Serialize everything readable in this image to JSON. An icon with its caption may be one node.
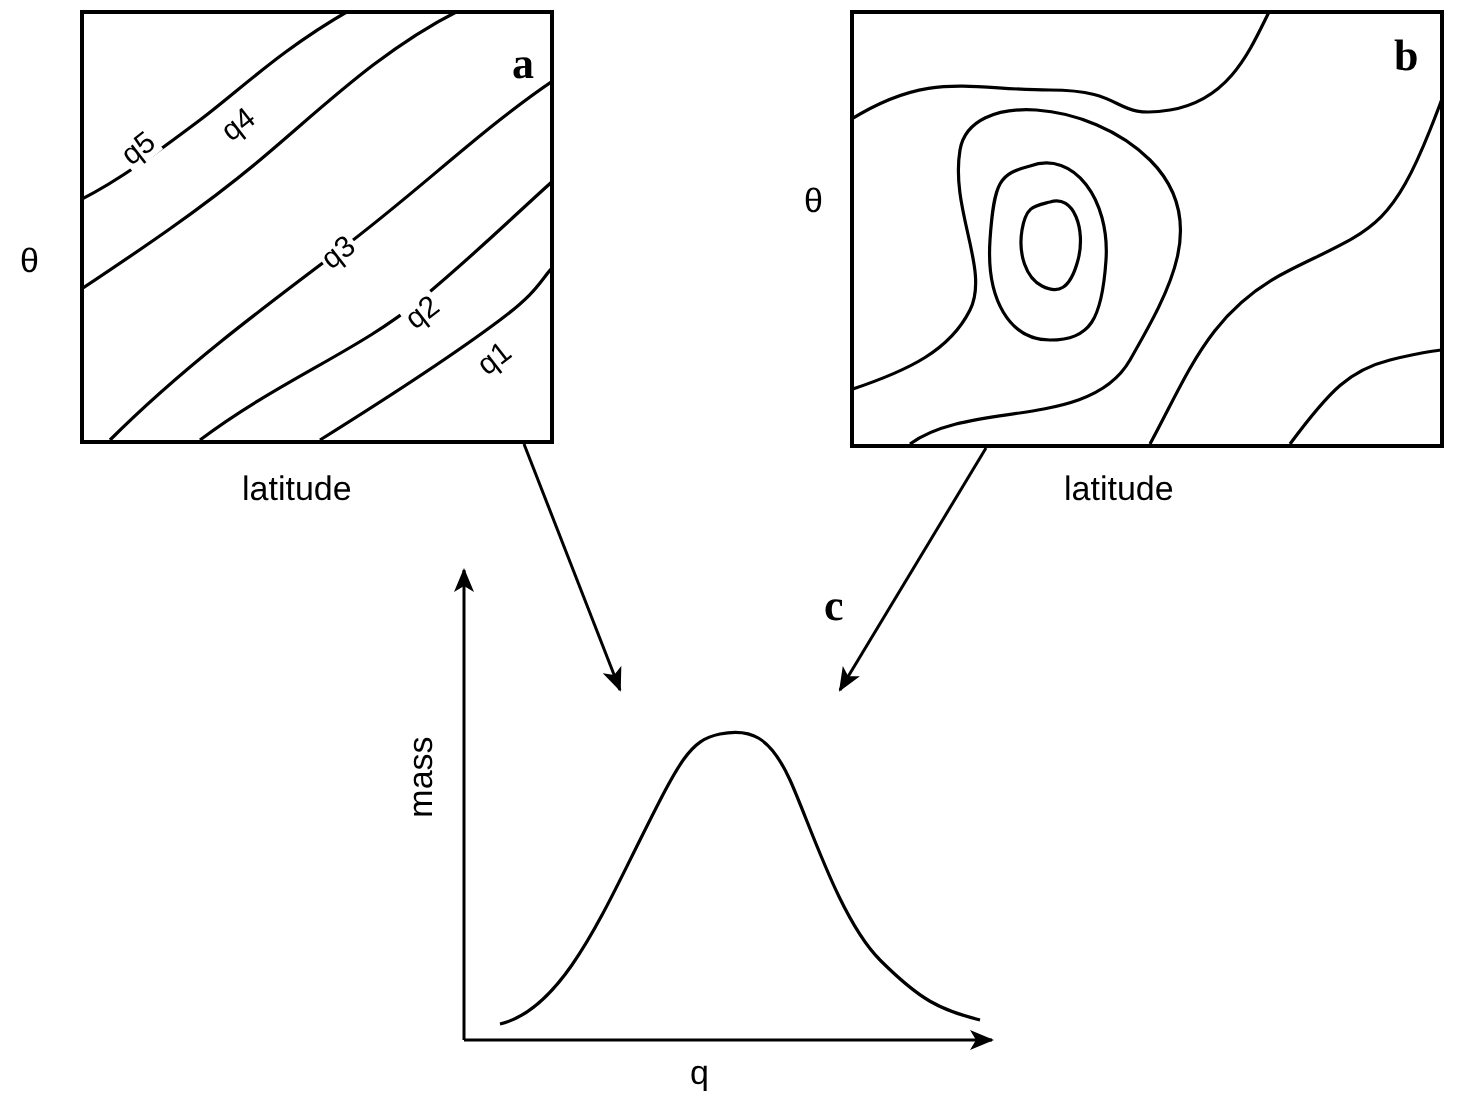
{
  "diagram": {
    "nodes": [
      {
        "text": [
          "a"
        ],
        "beside": [
          "θ",
          "latitude"
        ]
      },
      {
        "text": [
          "b"
        ],
        "beside": [
          "θ",
          "latitude"
        ]
      },
      {
        "text": [],
        "shape": "picture",
        "beside": [
          "c",
          "mass",
          "q"
        ]
      }
    ],
    "edges": [
      {
        "from": 0,
        "to": 2,
        "arrow": "to"
      },
      {
        "from": 1,
        "to": 2,
        "arrow": "to"
      }
    ],
    "labels": [
      "q5",
      "q4",
      "q3",
      "q2",
      "q1"
    ]
  }
}
